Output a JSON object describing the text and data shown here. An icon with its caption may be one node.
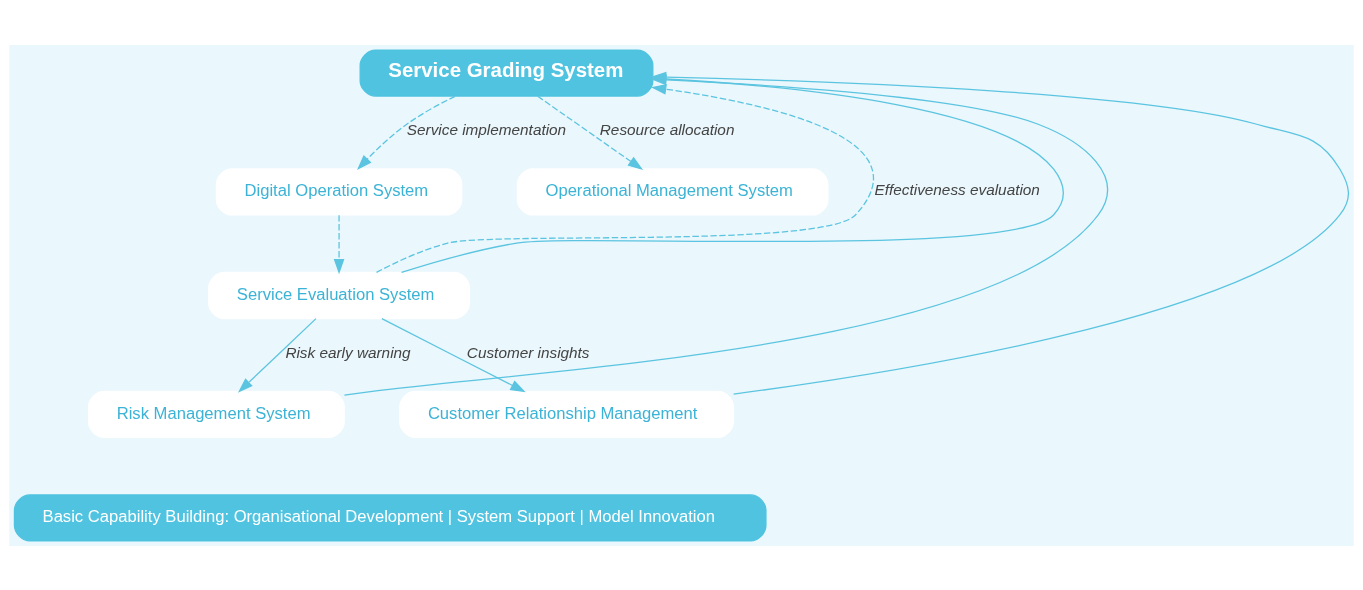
{
  "diagram": {
    "nodes": [
      {
        "text": [
          "Service Grading System"
        ]
      },
      {
        "text": [
          "Digital Operation System"
        ]
      },
      {
        "text": [
          "Operational Management System"
        ]
      },
      {
        "text": [
          "Service Evaluation System"
        ]
      },
      {
        "text": [
          "Risk Management System"
        ]
      },
      {
        "text": [
          "Customer Relationship Management"
        ]
      },
      {
        "text": [
          "Basic Capability Building: Organisational Development | System Support | Model Innovation"
        ]
      }
    ],
    "edges": [
      {
        "from": 0,
        "to": 1,
        "arrow": "to",
        "style": "dashed",
        "label": "Service implementation"
      },
      {
        "from": 0,
        "to": 2,
        "arrow": "to",
        "style": "dashed",
        "label": "Resource allocation"
      },
      {
        "from": 1,
        "to": 3,
        "arrow": "to",
        "style": "dashed"
      },
      {
        "from": 3,
        "to": 0,
        "arrow": "to",
        "style": "dashed",
        "label": "Effectiveness evaluation"
      },
      {
        "from": 3,
        "to": 4,
        "arrow": "to",
        "label": "Risk early warning"
      },
      {
        "from": 3,
        "to": 5,
        "arrow": "to",
        "label": "Customer insights"
      },
      {
        "from": 4,
        "to": 0,
        "arrow": "to"
      },
      {
        "from": 3,
        "to": 0,
        "arrow": "to"
      },
      {
        "from": 5,
        "to": 0,
        "arrow": "to"
      }
    ]
  }
}
